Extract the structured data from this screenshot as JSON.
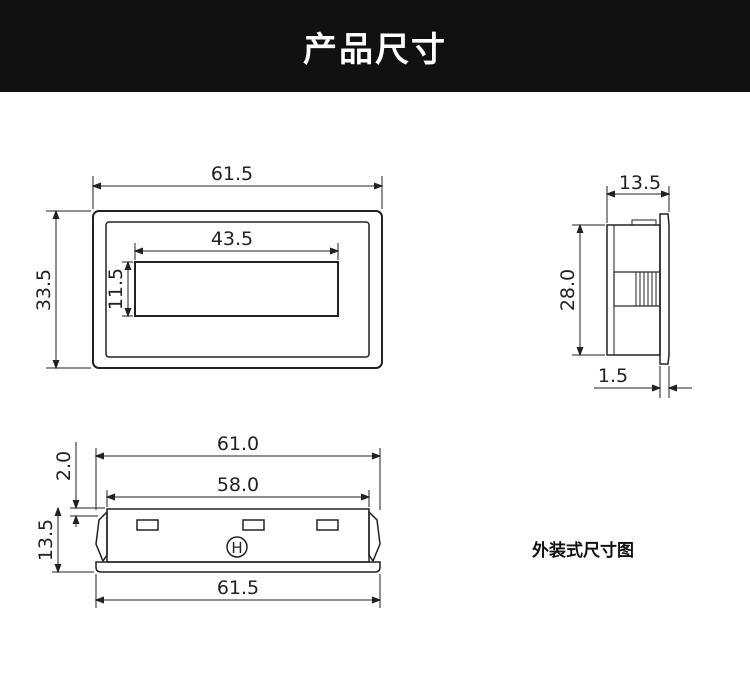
{
  "header": {
    "title": "产品尺寸"
  },
  "front_view": {
    "width_label": "61.5",
    "height_label": "33.5",
    "window_width_label": "43.5",
    "window_height_label": "11.5"
  },
  "side_view": {
    "depth_label": "13.5",
    "height_label": "28.0",
    "flange_label": "1.5"
  },
  "bottom_view": {
    "body_width_label": "61.0",
    "inner_width_label": "58.0",
    "flange_width_label": "61.5",
    "flange_thickness_label": "2.0",
    "depth_label": "13.5",
    "terminal_symbol": "H"
  },
  "caption": "外装式尺寸图",
  "colors": {
    "header_bg": "#111111",
    "header_text": "#ffffff",
    "line": "#222222"
  }
}
